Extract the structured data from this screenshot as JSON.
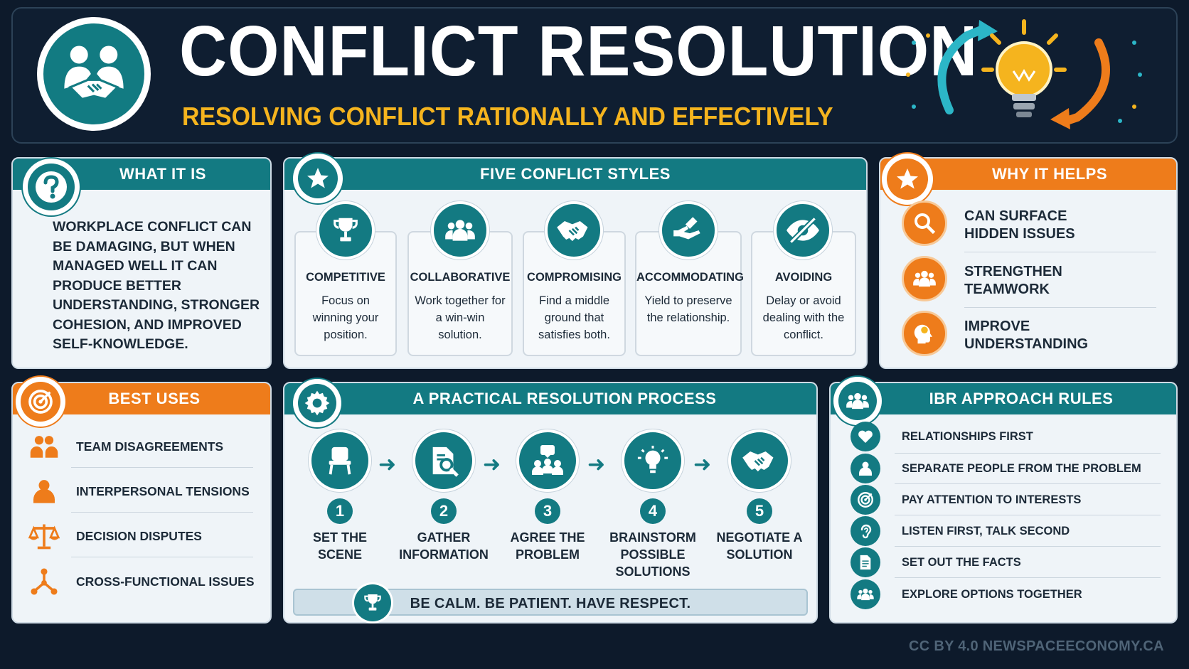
{
  "header": {
    "title": "CONFLICT RESOLUTION",
    "subtitle": "RESOLVING CONFLICT RATIONALLY AND EFFECTIVELY"
  },
  "what_it_is": {
    "title": "WHAT IT IS",
    "text": "WORKPLACE CONFLICT CAN BE DAMAGING, BUT WHEN MANAGED WELL IT CAN PRODUCE BETTER UNDERSTANDING, STRONGER COHESION, AND IMPROVED SELF-KNOWLEDGE."
  },
  "styles": {
    "title": "FIVE CONFLICT STYLES",
    "items": [
      {
        "name": "COMPETITIVE",
        "desc": "Focus on winning your position.",
        "icon": "trophy-icon"
      },
      {
        "name": "COLLABORATIVE",
        "desc": "Work together for a win-win solution.",
        "icon": "group-icon"
      },
      {
        "name": "COMPROMISING",
        "desc": "Find a middle ground that satisfies both.",
        "icon": "handshake-icon"
      },
      {
        "name": "ACCOMMODATING",
        "desc": "Yield to preserve the relationship.",
        "icon": "giving-hand-icon"
      },
      {
        "name": "AVOIDING",
        "desc": "Delay or avoid dealing with the conflict.",
        "icon": "eye-slash-icon"
      }
    ]
  },
  "why": {
    "title": "WHY IT HELPS",
    "items": [
      {
        "text": "CAN SURFACE HIDDEN ISSUES",
        "icon": "magnifier-icon"
      },
      {
        "text": "STRENGTHEN TEAMWORK",
        "icon": "team-icon"
      },
      {
        "text": "IMPROVE UNDERSTANDING",
        "icon": "head-bulb-icon"
      }
    ]
  },
  "best_uses": {
    "title": "BEST USES",
    "items": [
      {
        "text": "TEAM DISAGREEMENTS",
        "icon": "people-icon"
      },
      {
        "text": "INTERPERSONAL TENSIONS",
        "icon": "person-icon"
      },
      {
        "text": "DECISION DISPUTES",
        "icon": "scales-icon"
      },
      {
        "text": "CROSS-FUNCTIONAL ISSUES",
        "icon": "network-icon"
      }
    ]
  },
  "process": {
    "title": "A PRACTICAL RESOLUTION PROCESS",
    "steps": [
      {
        "num": "1",
        "label": "SET THE SCENE",
        "icon": "chair-icon"
      },
      {
        "num": "2",
        "label": "GATHER INFORMATION",
        "icon": "document-search-icon"
      },
      {
        "num": "3",
        "label": "AGREE THE PROBLEM",
        "icon": "discussion-icon"
      },
      {
        "num": "4",
        "label": "BRAINSTORM POSSIBLE SOLUTIONS",
        "icon": "lightbulb-icon"
      },
      {
        "num": "5",
        "label": "NEGOTIATE A SOLUTION",
        "icon": "handshake-icon"
      }
    ],
    "motto": "BE CALM. BE PATIENT. HAVE RESPECT."
  },
  "ibr": {
    "title": "IBR APPROACH RULES",
    "items": [
      {
        "text": "RELATIONSHIPS FIRST",
        "icon": "heart-icon"
      },
      {
        "text": "SEPARATE PEOPLE FROM THE PROBLEM",
        "icon": "person-icon"
      },
      {
        "text": "PAY ATTENTION TO INTERESTS",
        "icon": "target-icon"
      },
      {
        "text": "LISTEN FIRST, TALK SECOND",
        "icon": "ear-icon"
      },
      {
        "text": "SET OUT THE FACTS",
        "icon": "document-icon"
      },
      {
        "text": "EXPLORE OPTIONS TOGETHER",
        "icon": "group-icon"
      }
    ]
  },
  "footer": "CC BY 4.0 NEWSPACEECONOMY.CA",
  "colors": {
    "teal": "#137a82",
    "orange": "#ee7c1b",
    "gold": "#f5b41e",
    "navy": "#0d1a2b"
  }
}
